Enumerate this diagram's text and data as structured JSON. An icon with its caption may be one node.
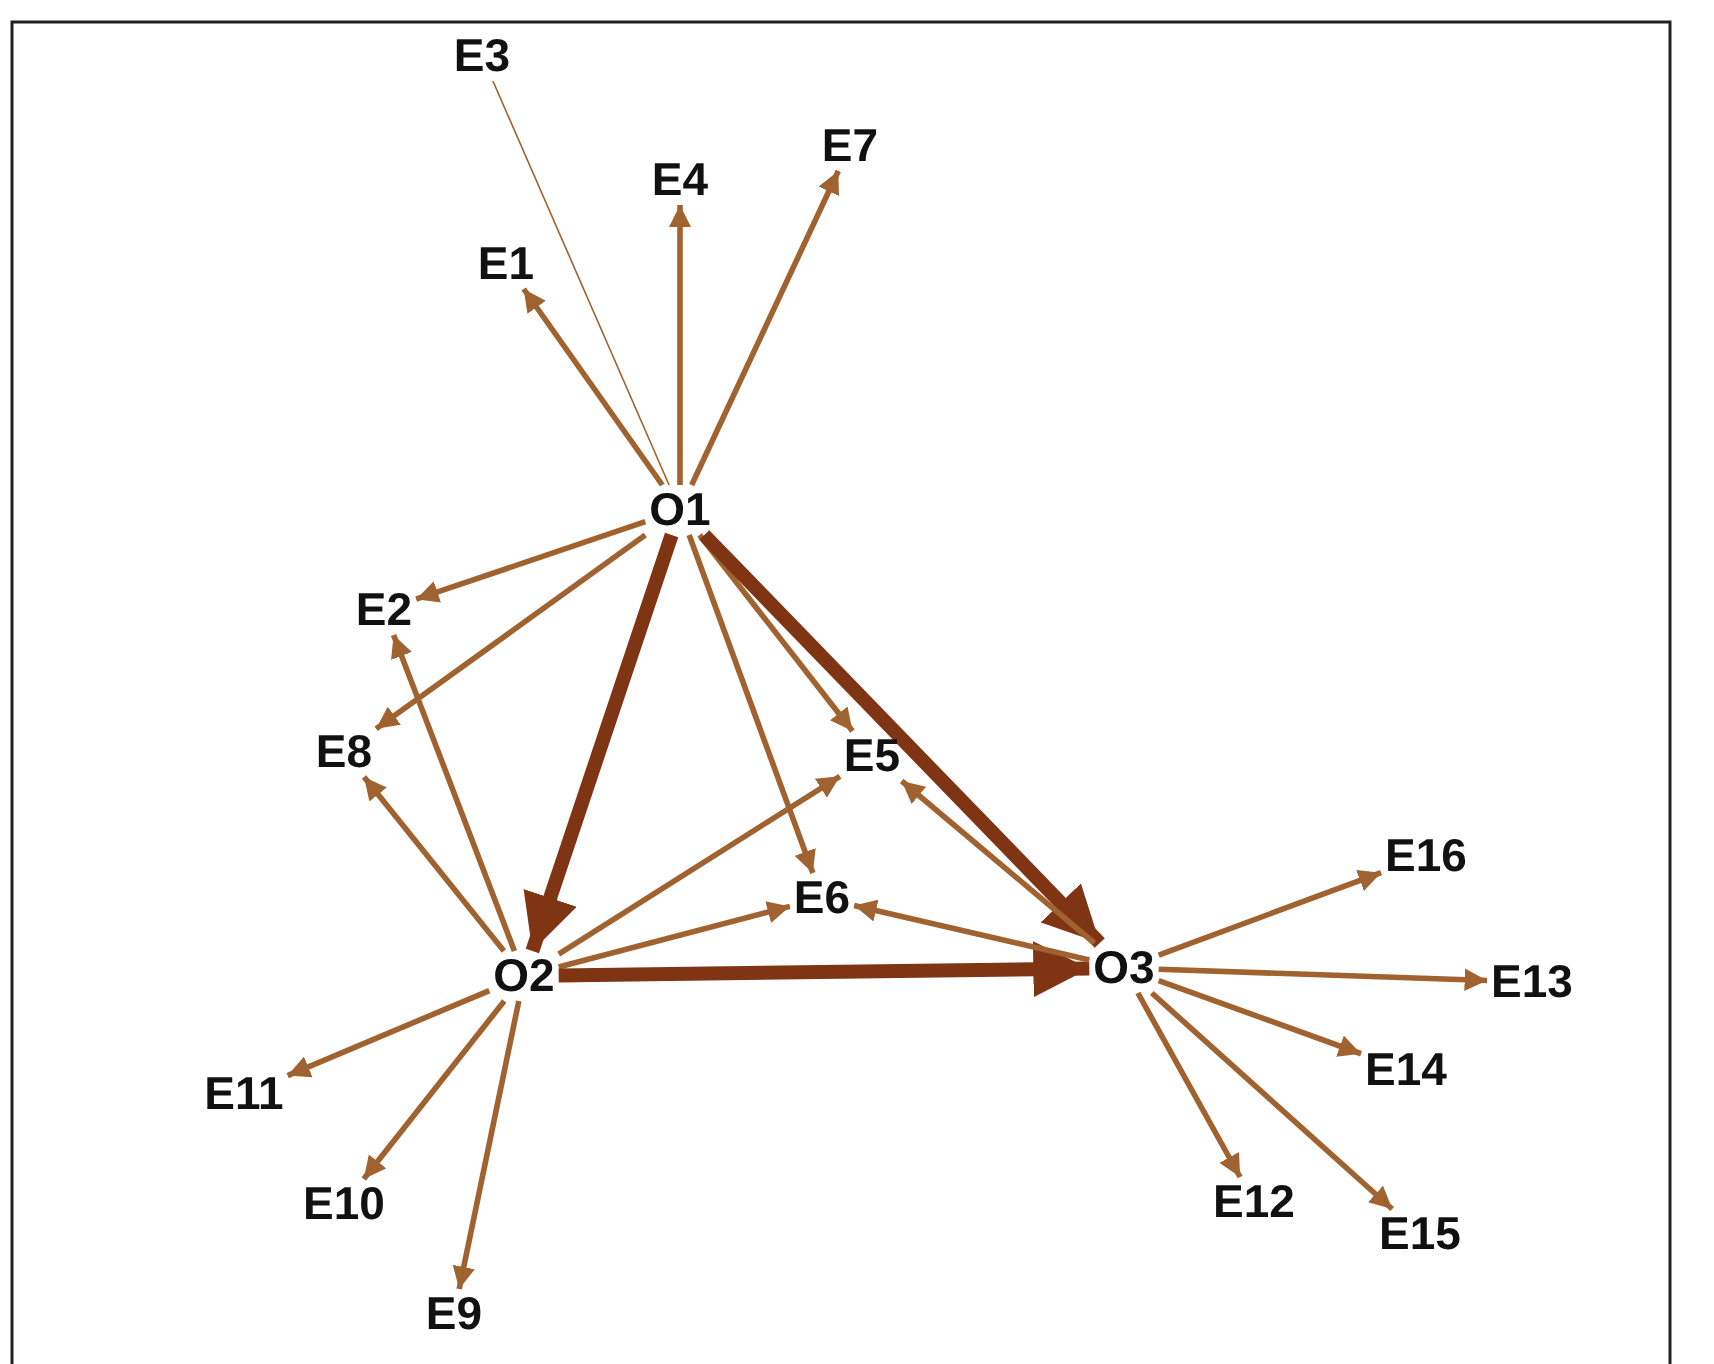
{
  "diagram": {
    "nodes": [
      {
        "text": [
          "O1"
        ]
      },
      {
        "text": [
          "O2"
        ]
      },
      {
        "text": [
          "O3"
        ]
      },
      {
        "text": [
          "E1"
        ]
      },
      {
        "text": [
          "E2"
        ]
      },
      {
        "text": [
          "E3"
        ]
      },
      {
        "text": [
          "E4"
        ]
      },
      {
        "text": [
          "E5"
        ]
      },
      {
        "text": [
          "E6"
        ]
      },
      {
        "text": [
          "E7"
        ]
      },
      {
        "text": [
          "E8"
        ]
      },
      {
        "text": [
          "E9"
        ]
      },
      {
        "text": [
          "E10"
        ]
      },
      {
        "text": [
          "E11"
        ]
      },
      {
        "text": [
          "E12"
        ]
      },
      {
        "text": [
          "E13"
        ]
      },
      {
        "text": [
          "E14"
        ]
      },
      {
        "text": [
          "E15"
        ]
      },
      {
        "text": [
          "E16"
        ]
      }
    ],
    "edges": [
      {
        "from": 0,
        "to": 3,
        "arrow": "to"
      },
      {
        "from": 0,
        "to": 5,
        "arrow": "none"
      },
      {
        "from": 0,
        "to": 6,
        "arrow": "to"
      },
      {
        "from": 0,
        "to": 9,
        "arrow": "to"
      },
      {
        "from": 0,
        "to": 4,
        "arrow": "to"
      },
      {
        "from": 0,
        "to": 10,
        "arrow": "to"
      },
      {
        "from": 0,
        "to": 7,
        "arrow": "to"
      },
      {
        "from": 0,
        "to": 8,
        "arrow": "to"
      },
      {
        "from": 0,
        "to": 1,
        "arrow": "to",
        "style": "thick",
        "color": "#7f3514"
      },
      {
        "from": 0,
        "to": 2,
        "arrow": "to",
        "style": "thick",
        "color": "#7f3514"
      },
      {
        "from": 1,
        "to": 4,
        "arrow": "to"
      },
      {
        "from": 1,
        "to": 10,
        "arrow": "to"
      },
      {
        "from": 1,
        "to": 7,
        "arrow": "to"
      },
      {
        "from": 1,
        "to": 8,
        "arrow": "to"
      },
      {
        "from": 1,
        "to": 2,
        "arrow": "to",
        "style": "thick",
        "color": "#7f3514"
      },
      {
        "from": 1,
        "to": 13,
        "arrow": "to"
      },
      {
        "from": 1,
        "to": 12,
        "arrow": "to"
      },
      {
        "from": 1,
        "to": 11,
        "arrow": "to"
      },
      {
        "from": 2,
        "to": 7,
        "arrow": "to"
      },
      {
        "from": 2,
        "to": 8,
        "arrow": "to"
      },
      {
        "from": 2,
        "to": 18,
        "arrow": "to"
      },
      {
        "from": 2,
        "to": 15,
        "arrow": "to"
      },
      {
        "from": 2,
        "to": 16,
        "arrow": "to"
      },
      {
        "from": 2,
        "to": 14,
        "arrow": "to"
      },
      {
        "from": 2,
        "to": 17,
        "arrow": "to"
      }
    ]
  }
}
